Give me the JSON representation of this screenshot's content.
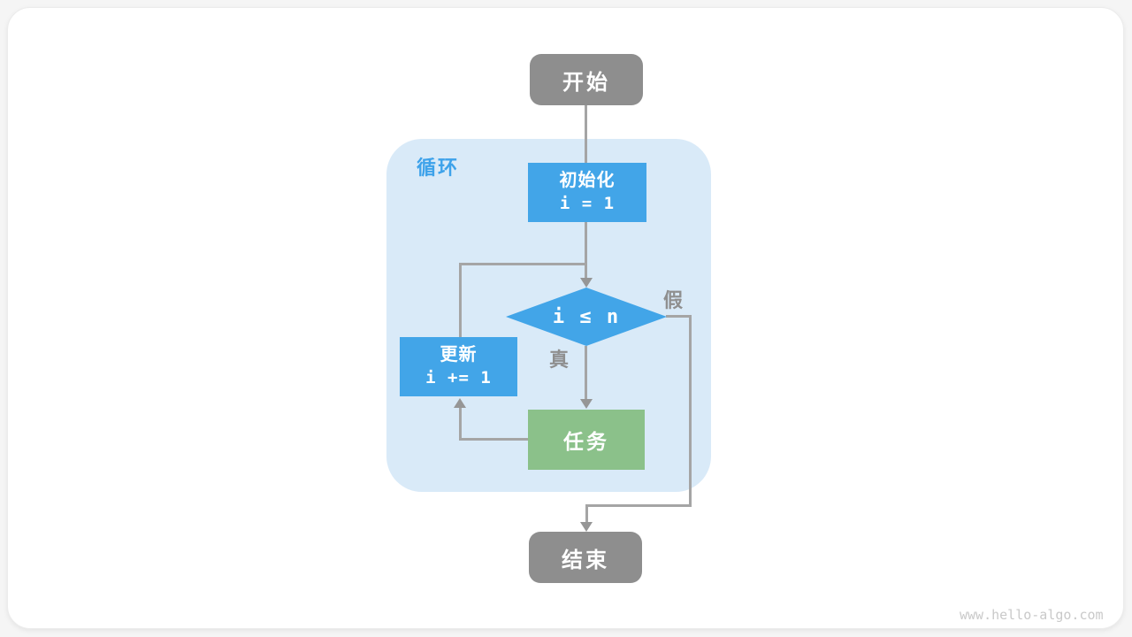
{
  "page": {
    "watermark": "www.hello-algo.com"
  },
  "colors": {
    "node_blue": "#42a5e8",
    "node_green": "#8bc18a",
    "node_gray": "#8e8e8e",
    "container_blue": "#d9eaf8",
    "label_blue": "#3da2ea",
    "line_gray": "#a5a5a5",
    "arrow_gray": "#969696",
    "edge_label_gray": "#8f8f8f",
    "watermark_gray": "#c9c9c9"
  },
  "flowchart": {
    "container_label": "循环",
    "nodes": {
      "start": {
        "label": "开始"
      },
      "init": {
        "title": "初始化",
        "code": "i = 1"
      },
      "condition": {
        "label": "i ≤ n"
      },
      "update": {
        "title": "更新",
        "code": "i += 1"
      },
      "task": {
        "label": "任务"
      },
      "end": {
        "label": "结束"
      }
    },
    "edge_labels": {
      "true_label": "真",
      "false_label": "假"
    }
  }
}
